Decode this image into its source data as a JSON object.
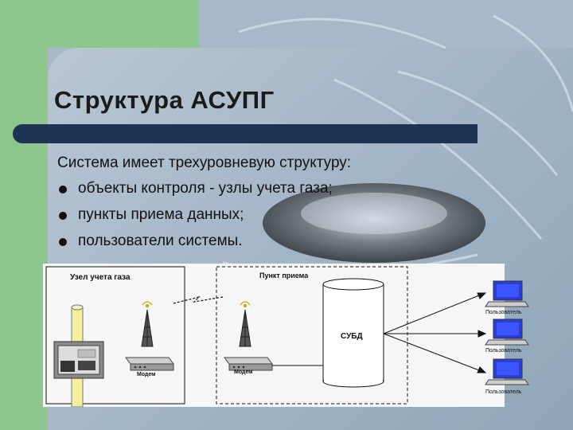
{
  "slide": {
    "title": "Структура АСУПГ",
    "intro": "Система имеет трехуровневую структуру:",
    "bullets": [
      "объекты контроля - узлы учета газа;",
      "пункты приема данных;",
      "пользователи системы."
    ]
  },
  "diagram": {
    "node_group_label": "Узел учета газа",
    "receive_point_label": "Пункт приема",
    "db_label": "СУБД",
    "modem_label": "Модем",
    "modem_label_2": "Модем",
    "users": [
      "Пользователь",
      "Пользователь",
      "Пользователь"
    ]
  },
  "colors": {
    "title_bar": "#1c3452",
    "green_accent": "#8fc58f",
    "screen_blue": "#2a3fd8",
    "pipe_yellow": "#f3ef9c"
  }
}
